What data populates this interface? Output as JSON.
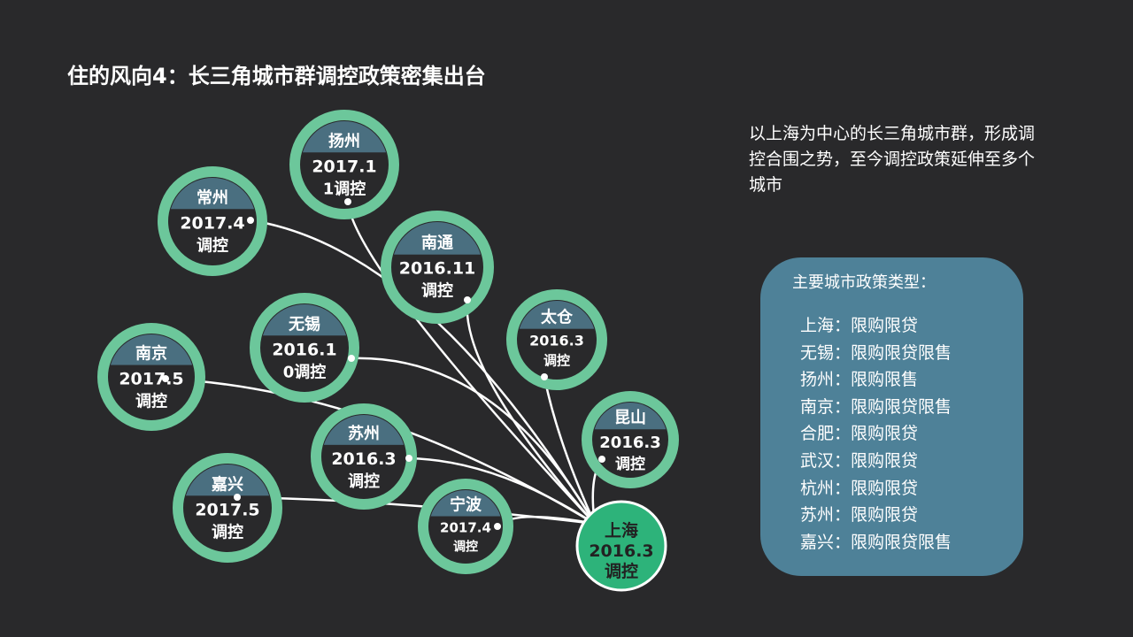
{
  "title": "住的风向4：长三角城市群调控政策密集出台",
  "description": "以上海为中心的长三角城市群，形成调控合围之势，至今调控政策延伸至多个城市",
  "panel": {
    "title": "主要城市政策类型：",
    "items": [
      "上海：限购限贷",
      "无锡：限购限贷限售",
      "扬州：限购限售",
      "南京：限购限贷限售",
      "合肥：限购限贷",
      "武汉：限购限贷",
      "杭州：限购限贷",
      "苏州：限购限贷",
      "嘉兴：限购限贷限售"
    ]
  },
  "hub": {
    "city": "上海",
    "lines": [
      "2016.3",
      "调控"
    ],
    "color": "#2db37a"
  },
  "nodes": [
    {
      "city": "扬州",
      "lines": [
        "2017.1",
        "1调控"
      ]
    },
    {
      "city": "常州",
      "lines": [
        "2017.4",
        "调控"
      ]
    },
    {
      "city": "南通",
      "lines": [
        "2016.11",
        "调控"
      ]
    },
    {
      "city": "太仓",
      "lines": [
        "2016.3",
        "调控"
      ]
    },
    {
      "city": "无锡",
      "lines": [
        "2016.1",
        "0调控"
      ]
    },
    {
      "city": "南京",
      "lines": [
        "2017.5",
        "调控"
      ]
    },
    {
      "city": "昆山",
      "lines": [
        "2016.3",
        "调控"
      ]
    },
    {
      "city": "苏州",
      "lines": [
        "2016.3",
        "调控"
      ]
    },
    {
      "city": "嘉兴",
      "lines": [
        "2017.5",
        "调控"
      ]
    },
    {
      "city": "宁波",
      "lines": [
        "2017.4",
        "调控"
      ]
    }
  ],
  "colors": {
    "ring": "#6cc79b",
    "band": "#4a6f80",
    "panel": "#4e8198"
  }
}
